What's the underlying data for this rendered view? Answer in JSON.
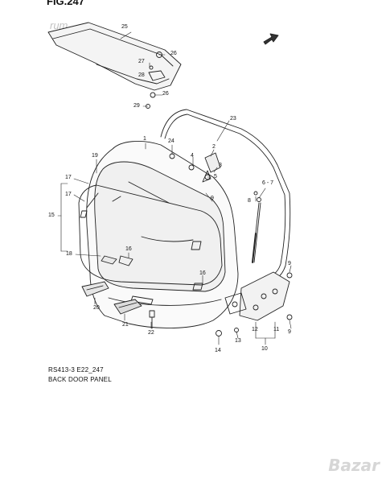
{
  "figure": {
    "title": "FIG.247",
    "watermark": "rum",
    "caption_code": "RS413-3 E22_247",
    "caption_title": "BACK DOOR PANEL",
    "site_watermark": "Bazar"
  },
  "callouts": {
    "c1": "1",
    "c2": "2",
    "c3": "3",
    "c4": "4",
    "c5": "5",
    "c6_7": "6 - 7",
    "c8": "8",
    "c9a": "9",
    "c9b": "9",
    "c10": "10",
    "c11": "11",
    "c12": "12",
    "c13": "13",
    "c14": "14",
    "c15": "15",
    "c16": "16",
    "c17a": "17",
    "c17b": "17",
    "c18": "18",
    "c19": "19",
    "c20": "20",
    "c21": "21",
    "c22": "22",
    "c23": "23",
    "c24": "24",
    "c25": "25",
    "c26a": "26",
    "c26b": "26",
    "c27": "27",
    "c28": "28",
    "c29": "29"
  }
}
